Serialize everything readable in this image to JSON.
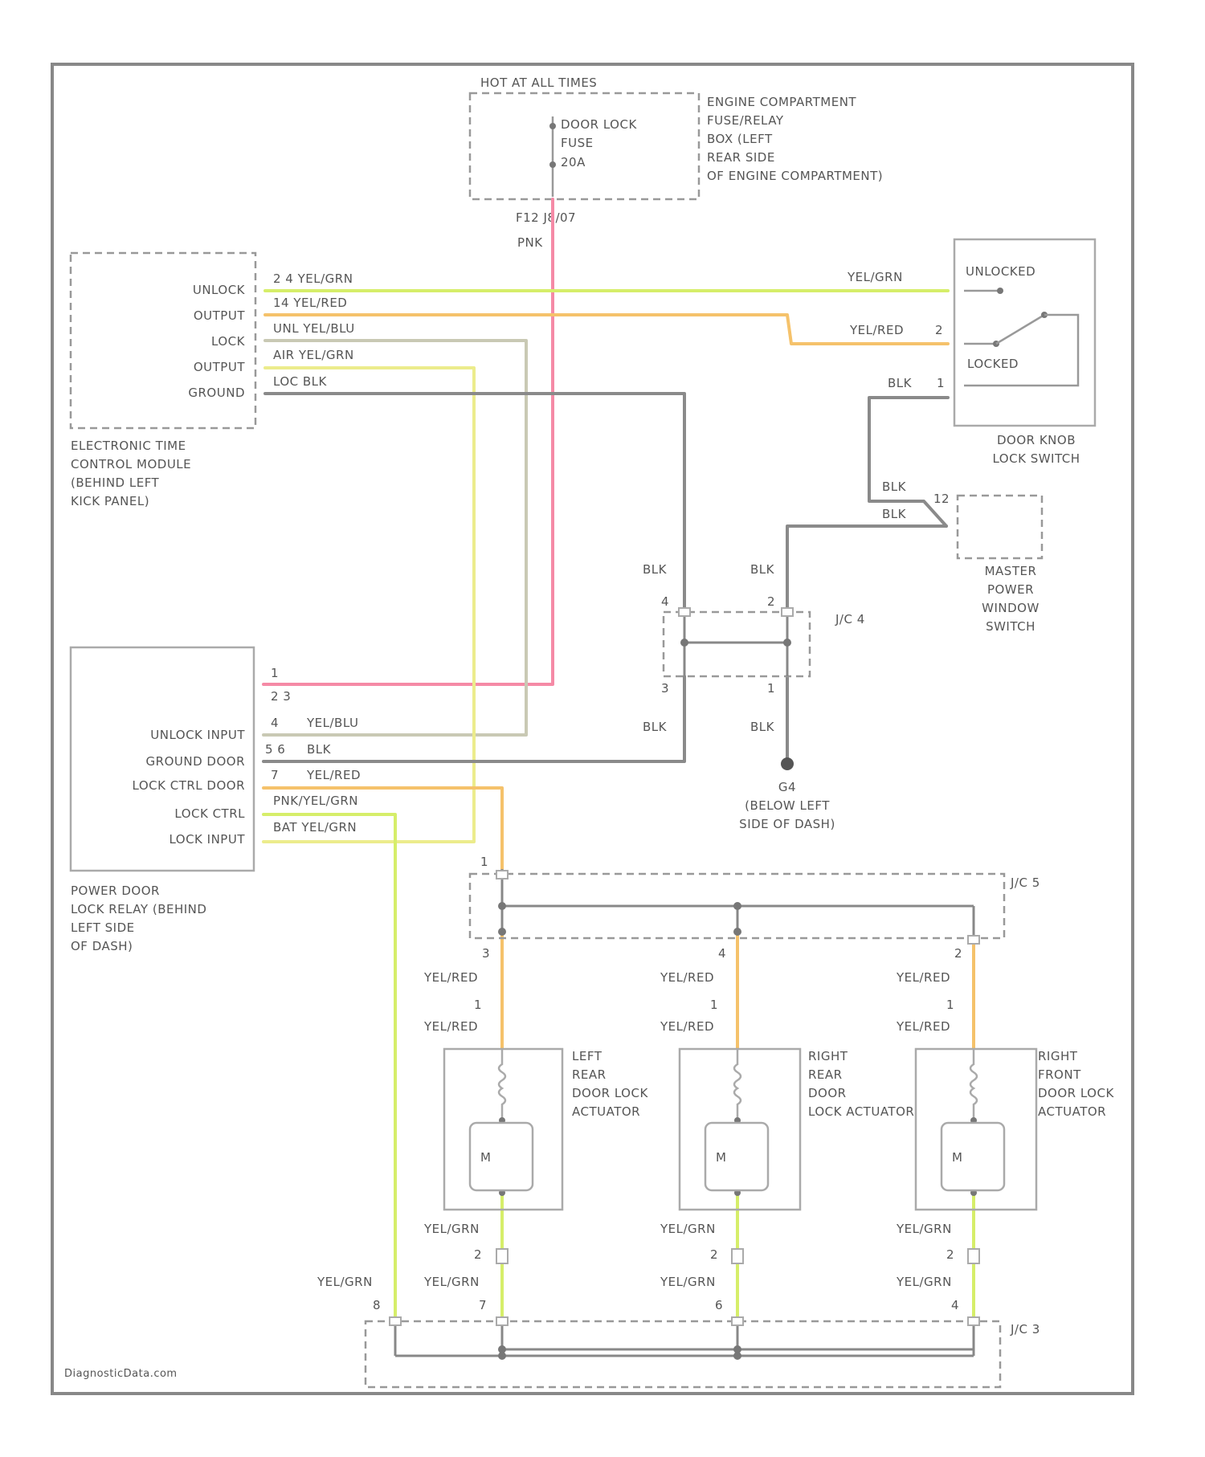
{
  "diagram": {
    "power_source": {
      "hot_label": "HOT AT ALL TIMES",
      "fuse_label_1": "DOOR LOCK",
      "fuse_label_2": "FUSE",
      "fuse_label_3": "20A",
      "box_label_1": "ENGINE COMPARTMENT",
      "box_label_2": "FUSE/RELAY",
      "box_label_3": "BOX (LEFT",
      "box_label_4": "REAR SIDE",
      "box_label_5": "OF ENGINE COMPARTMENT)",
      "connector_pins": "F12   J8/07",
      "wire_color": "PNK"
    },
    "etacm": {
      "pins": [
        "UNLOCK",
        "OUTPUT",
        "LOCK",
        "OUTPUT",
        "GROUND"
      ],
      "wire_labels": [
        "2  4  YEL/GRN",
        "14  YEL/RED",
        "UNL  YEL/BLU",
        "AIR  YEL/GRN",
        "LOC  BLK"
      ],
      "name_lines": [
        "ELECTRONIC TIME",
        "CONTROL MODULE",
        "(BEHIND LEFT",
        "KICK PANEL)"
      ]
    },
    "door_knob_switch": {
      "unlocked": "UNLOCKED",
      "locked": "LOCKED",
      "wire_1": "YEL/GRN",
      "wire_2": "YEL/RED",
      "wire_3": "BLK",
      "pin_2": "2",
      "pin_1": "1",
      "name_lines": [
        "DOOR KNOB",
        "LOCK SWITCH"
      ]
    },
    "master_switch": {
      "wire_a": "BLK",
      "wire_b": "BLK",
      "pin": "12",
      "name_lines": [
        "MASTER",
        "POWER",
        "WINDOW",
        "SWITCH"
      ]
    },
    "jc4": {
      "label": "J/C 4",
      "top_left_pin": "4",
      "top_right_pin": "2",
      "bottom_left_pin": "3",
      "bottom_right_pin": "1",
      "wire_top_left": "BLK",
      "wire_top_right": "BLK",
      "wire_bottom_left": "BLK",
      "wire_bottom_right": "BLK"
    },
    "ground": {
      "name_lines": [
        "G4",
        "(BELOW LEFT",
        "SIDE OF DASH)"
      ]
    },
    "relay": {
      "pins": [
        "UNLOCK INPUT",
        "GROUND DOOR",
        "LOCK CTRL DOOR",
        "LOCK CTRL",
        "LOCK INPUT"
      ],
      "pin_numbers": [
        "1",
        "2  3",
        "4",
        "5  6",
        "7"
      ],
      "wire_labels": [
        "YEL/BLU",
        "BLK",
        "YEL/RED",
        "PNK/YEL/GRN",
        "BAT YEL/GRN"
      ],
      "name_lines": [
        "POWER DOOR",
        "LOCK RELAY (BEHIND",
        "LEFT SIDE",
        "OF DASH)"
      ]
    },
    "jc5": {
      "label": "J/C 5",
      "pins": [
        "1",
        "3",
        "4",
        "2"
      ]
    },
    "jc3": {
      "label": "J/C 3",
      "pins": [
        "8",
        "7",
        "6",
        "4"
      ]
    },
    "actuators": [
      {
        "name_lines": [
          "LEFT",
          "REAR",
          "DOOR LOCK",
          "ACTUATOR"
        ],
        "top_wire_1": "YEL/RED",
        "top_wire_2": "YEL/RED",
        "top_pin": "1",
        "bottom_wire_1": "YEL/GRN",
        "bottom_wire_2": "YEL/GRN",
        "bottom_pin": "2",
        "motor": "M"
      },
      {
        "name_lines": [
          "RIGHT",
          "REAR",
          "DOOR",
          "LOCK ACTUATOR"
        ],
        "top_wire_1": "YEL/RED",
        "top_wire_2": "YEL/RED",
        "top_pin": "1",
        "bottom_wire_1": "YEL/GRN",
        "bottom_wire_2": "YEL/GRN",
        "bottom_pin": "2",
        "motor": "M"
      },
      {
        "name_lines": [
          "RIGHT",
          "FRONT",
          "DOOR LOCK",
          "ACTUATOR"
        ],
        "top_wire_1": "YEL/RED",
        "top_wire_2": "YEL/RED",
        "top_pin": "1",
        "bottom_wire_1": "YEL/GRN",
        "bottom_wire_2": "YEL/GRN",
        "bottom_pin": "2",
        "motor": "M"
      }
    ],
    "jc3_feed_wire": "YEL/GRN",
    "watermark": "DiagnosticData.com"
  }
}
